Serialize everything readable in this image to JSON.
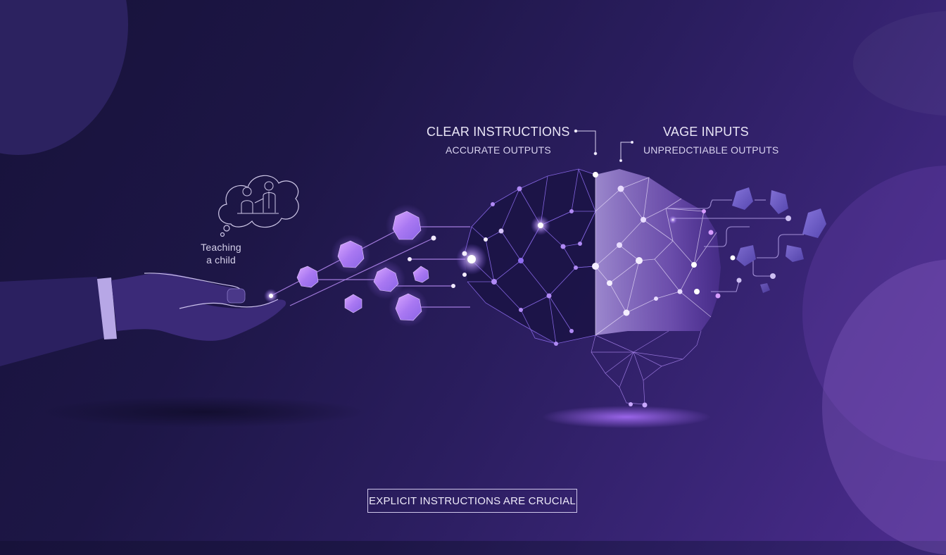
{
  "left_panel": {
    "title": "CLEAR INSTRUCTIONS",
    "subtitle": "ACCURATE OUTPUTS"
  },
  "right_panel": {
    "title": "VAGE INPUTS",
    "subtitle": "UNPREDCTIABLE OUTPUTS"
  },
  "thought_bubble": {
    "caption": "Teaching a child",
    "icon": "teacher-and-child-icon"
  },
  "footer": {
    "banner": "EXPLICIT INSTRUCTIONS ARE CRUCIAL"
  },
  "colors": {
    "background_dark": "#17123a",
    "background_light": "#4c2c8e",
    "accent_violet": "#a77cf0",
    "node_glow": "#e6d9ff",
    "hand_fill": "#3b2a78",
    "cuff": "#b7a7e6"
  }
}
